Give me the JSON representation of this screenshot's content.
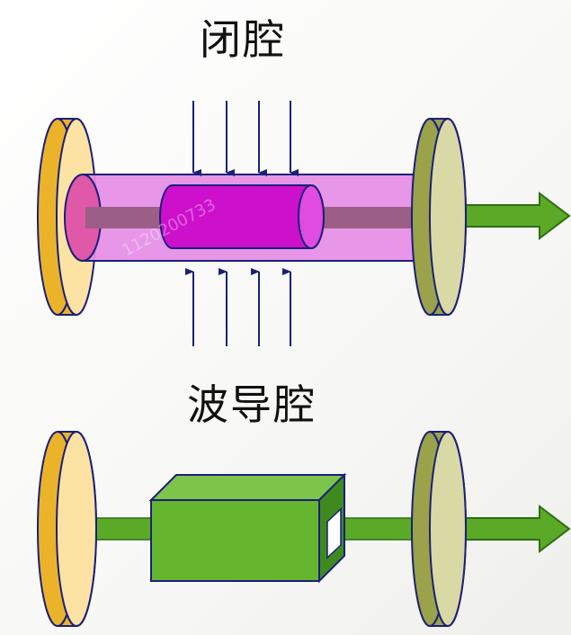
{
  "top_section": {
    "title": "闭腔"
  },
  "bottom_section": {
    "title": "波导腔"
  },
  "watermark": "1120200733",
  "colors": {
    "mirror_left": "#eab32a",
    "mirror_left_face": "#fde3a3",
    "mirror_right": "#9aa24a",
    "mirror_right_face": "#d9d9a6",
    "cavity_tube": "#e58de6",
    "gain_rod": "#cc10cc",
    "pump_arrow": "#1b1f7a",
    "output_arrow": "#5aaa28",
    "waveguide_block": "#66b52e"
  }
}
